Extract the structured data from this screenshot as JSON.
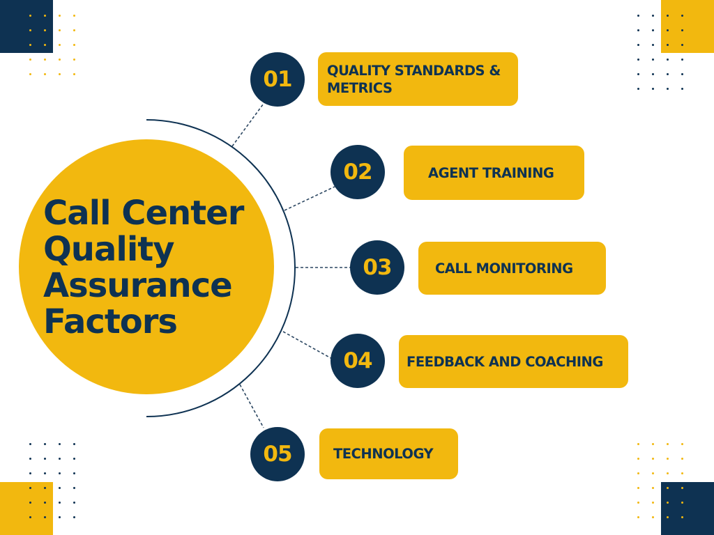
{
  "colors": {
    "navy": "#0e3252",
    "gold": "#f2b80f",
    "white": "#ffffff",
    "connector": "#2a4560"
  },
  "title_lines": [
    "Call Center",
    "Quality",
    "Assurance",
    "Factors"
  ],
  "factors": [
    {
      "number": "01",
      "label": "QUALITY STANDARDS & METRICS"
    },
    {
      "number": "02",
      "label": "AGENT TRAINING"
    },
    {
      "number": "03",
      "label": "CALL MONITORING"
    },
    {
      "number": "04",
      "label": "FEEDBACK AND COACHING"
    },
    {
      "number": "05",
      "label": "TECHNOLOGY"
    }
  ]
}
